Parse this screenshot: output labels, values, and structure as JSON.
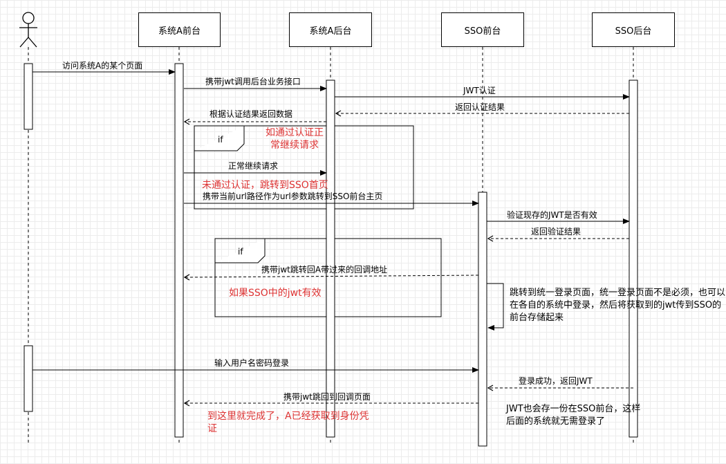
{
  "participants": {
    "actor": "",
    "a_front": "系统A前台",
    "a_back": "系统A后台",
    "sso_front": "SSO前台",
    "sso_back": "SSO后台"
  },
  "messages": {
    "m1": "访问系统A的某个页面",
    "m2": "携带jwt调用后台业务接口",
    "m3": "JWT认证",
    "m4": "返回认证结果",
    "m5": "根据认证结果返回数据",
    "m6": "正常继续请求",
    "m7": "携带当前url路径作为url参数跳转到SSO前台主页",
    "m8": "验证现存的JWT是否有效",
    "m9": "返回验证结果",
    "m10": "携带jwt跳转回A带过来的回调地址",
    "m11": "输入用户名密码登录",
    "m12": "登录成功，返回JWT",
    "m13": "携带jwt跳回到回调页面"
  },
  "frames": {
    "if1": "if",
    "if2": "if"
  },
  "notes": {
    "n1": "如通过认证正常继续请求",
    "n2": "未通过认证，跳转到SSO首页",
    "n3": "如果SSO中的jwt有效",
    "n4": "跳转到统一登录页面，统一登录页面不是必须，也可以在各自的系统中登录，然后将获取到的jwt传到SSO的前台存储起来",
    "n5": "JWT也会存一份在SSO前台，这样后面的系统就无需登录了",
    "n6": "到这里就完成了，A已经获取到身份凭证"
  },
  "colors": {
    "note_red": "#d33333",
    "line": "#000000"
  }
}
